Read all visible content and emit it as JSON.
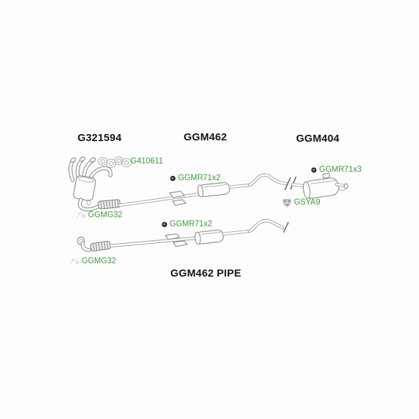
{
  "page": {
    "background": "#fdfdfd"
  },
  "palette": {
    "part_link_green": "#38a038",
    "heading_black": "#151515",
    "drawing_gray": "#8f958f"
  },
  "diagram": {
    "headings": {
      "manifold": "G321594",
      "center": "GGM462",
      "rear": "GGM404",
      "pipe": "GGM462 PIPE"
    },
    "parts": {
      "gasket_set": "G410611",
      "mount_center": "GGMR71x2",
      "mount_rear": "GGMR71x3",
      "gasket_rear": "GSYA9",
      "fitting_kit_upper": "GGMG32",
      "mount_pipe": "GGMR71x2",
      "fitting_kit_lower": "GGMG32"
    },
    "icons": {
      "rubber_mount": "dark grommet dot",
      "gasket_ring": "sketched trefoil gasket",
      "fitting_kit": "faint fitting-kit sketch"
    }
  }
}
